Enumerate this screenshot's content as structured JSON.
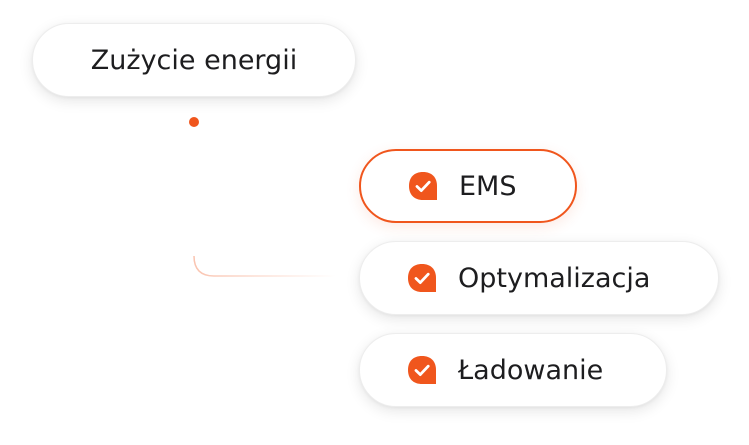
{
  "diagram": {
    "root": {
      "label": "Zużycie energii"
    },
    "options": [
      {
        "label": "EMS",
        "active": true,
        "icon": "check-badge-icon"
      },
      {
        "label": "Optymalizacja",
        "active": false,
        "icon": "check-badge-icon"
      },
      {
        "label": "Ładowanie",
        "active": false,
        "icon": "check-badge-icon"
      }
    ]
  },
  "colors": {
    "accent": "#f0561d",
    "text": "#1d1d1f",
    "background": "#ffffff"
  }
}
